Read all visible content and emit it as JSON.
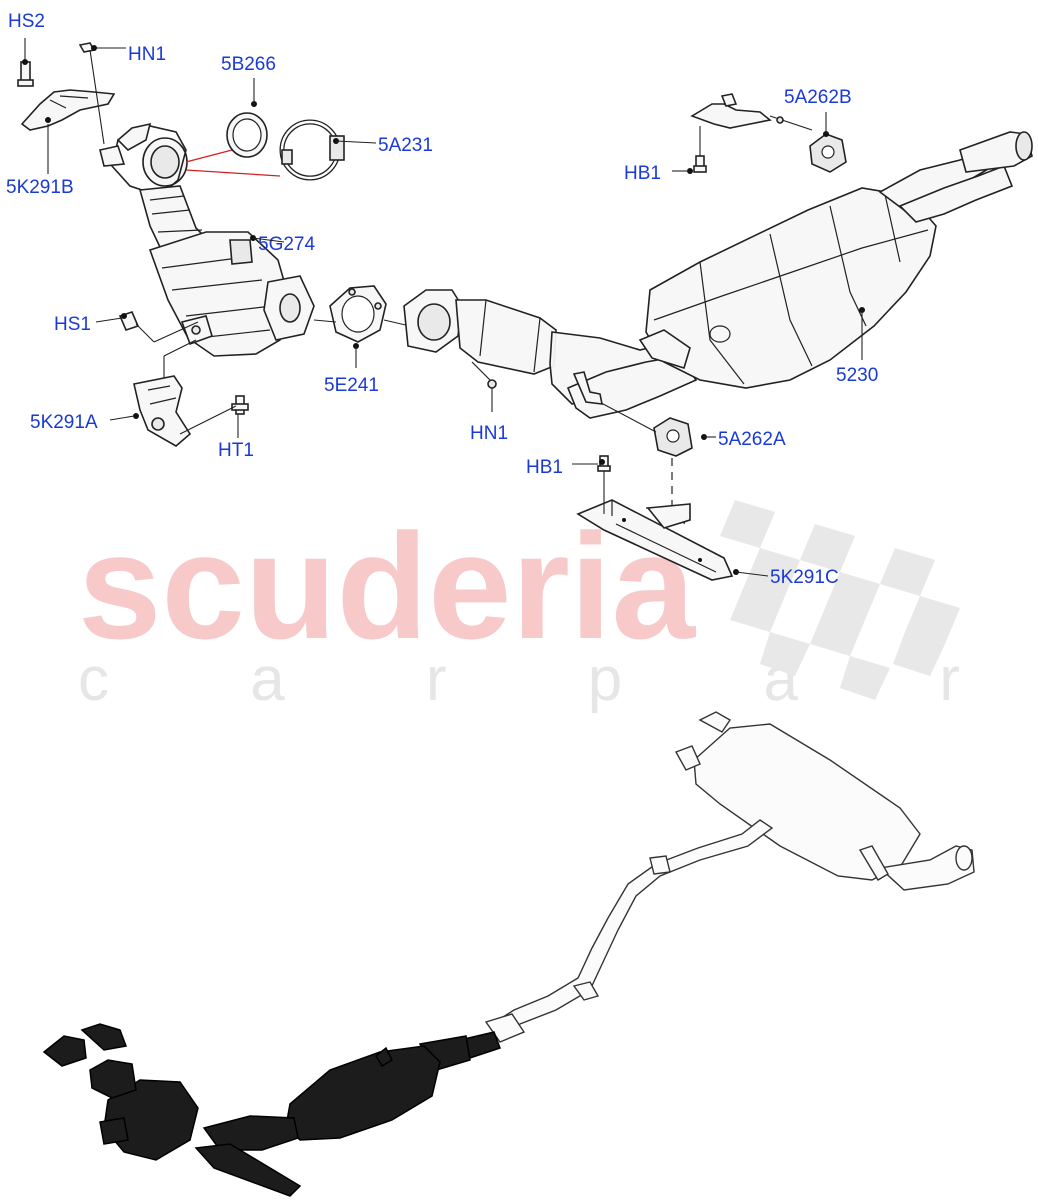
{
  "watermark": {
    "brand": "scuderia",
    "tagline": "c a r   p a r t s"
  },
  "callouts": [
    {
      "id": "HS2",
      "label": "HS2"
    },
    {
      "id": "HN1-top",
      "label": "HN1"
    },
    {
      "id": "5B266",
      "label": "5B266"
    },
    {
      "id": "5A231",
      "label": "5A231"
    },
    {
      "id": "5K291B",
      "label": "5K291B"
    },
    {
      "id": "5G274",
      "label": "5G274"
    },
    {
      "id": "HS1",
      "label": "HS1"
    },
    {
      "id": "5E241",
      "label": "5E241"
    },
    {
      "id": "5K291A",
      "label": "5K291A"
    },
    {
      "id": "HT1",
      "label": "HT1"
    },
    {
      "id": "HN1-mid",
      "label": "HN1"
    },
    {
      "id": "5A262B",
      "label": "5A262B"
    },
    {
      "id": "HB1-top",
      "label": "HB1"
    },
    {
      "id": "5230",
      "label": "5230"
    },
    {
      "id": "5A262A",
      "label": "5A262A"
    },
    {
      "id": "HB1-low",
      "label": "HB1"
    },
    {
      "id": "5K291C",
      "label": "5K291C"
    }
  ],
  "colors": {
    "callout_text": "#1a3ad6",
    "watermark_red": "#f7c9c9",
    "watermark_grey": "#e6e6e6",
    "highlight_line": "#d42020"
  }
}
